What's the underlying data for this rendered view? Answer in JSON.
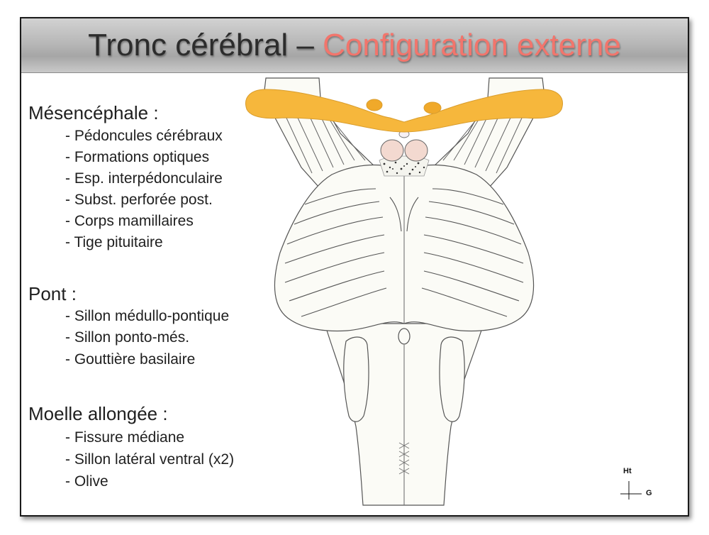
{
  "title": {
    "part1": "Tronc cérébral",
    "separator": " – ",
    "part2": "Configuration externe"
  },
  "sections": [
    {
      "heading": "Mésencéphale :",
      "items": [
        "- Pédoncules cérébraux",
        "- Formations optiques",
        "- Esp. interpédonculaire",
        "- Subst. perforée post.",
        "- Corps mamillaires",
        "- Tige pituitaire"
      ]
    },
    {
      "heading": "Pont :",
      "items": [
        "- Sillon médullo-pontique",
        "- Sillon ponto-més.",
        "- Gouttière basilaire"
      ]
    },
    {
      "heading": "Moelle allongée :",
      "items": [
        "- Fissure médiane",
        "- Sillon latéral ventral (x2)",
        "- Olive"
      ]
    }
  ],
  "orientation": {
    "up_label": "Ht",
    "side_label": "G"
  },
  "colors": {
    "title_dark": "#2c2c2c",
    "title_accent": "#f2756c",
    "optic_orange": "#f6b73c",
    "mamillary_pink": "#f3d9d0",
    "outline": "#555555",
    "fill": "#fbfbf6"
  }
}
